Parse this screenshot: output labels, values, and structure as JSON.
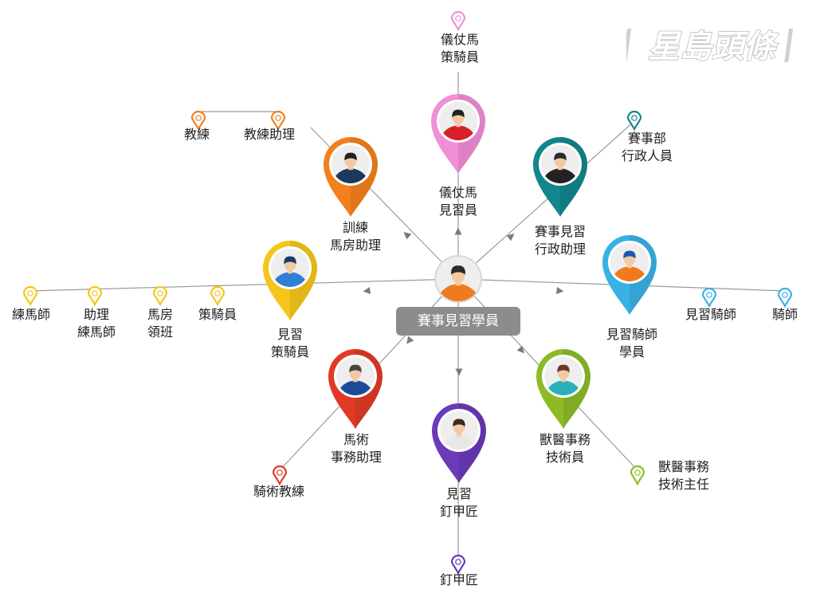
{
  "logo_text": "星島頭條",
  "center": {
    "label": "賽事見習學員",
    "head": "#f6c8a0",
    "hair": "#2b2b2b",
    "body": "#f07a1c",
    "ring": "#d9d9d9"
  },
  "colors": {
    "line": "#9a9a9a"
  },
  "main_nodes": [
    {
      "id": "ceremonial-trainee",
      "lines": [
        "儀仗馬",
        "見習員"
      ],
      "color": "#f08fd6",
      "shirt": "#d6202a",
      "hair": "#222222"
    },
    {
      "id": "admin-assistant",
      "lines": [
        "賽事見習",
        "行政助理"
      ],
      "color": "#12868c",
      "shirt": "#222222",
      "hair": "#2b2b2b"
    },
    {
      "id": "jockey-trainee",
      "lines": [
        "見習騎師",
        "學員"
      ],
      "color": "#3ab1e6",
      "shirt": "#f07a1c",
      "hair": "#1a5aa8"
    },
    {
      "id": "vet-technician",
      "lines": [
        "獸醫事務",
        "技術員"
      ],
      "color": "#8dbb26",
      "shirt": "#2bb0b8",
      "hair": "#6b3a1e"
    },
    {
      "id": "farrier-trainee",
      "lines": [
        "見習",
        "釘甲匠"
      ],
      "color": "#6a3ab8",
      "shirt": "#e8e8e8",
      "hair": "#3a2a1a"
    },
    {
      "id": "equitation-assistant",
      "lines": [
        "馬術",
        "事務助理"
      ],
      "color": "#e03a26",
      "shirt": "#1e4a9a",
      "hair": "#444444"
    },
    {
      "id": "trainee-rider",
      "lines": [
        "見習",
        "策騎員"
      ],
      "color": "#f5c61a",
      "shirt": "#2f7fd6",
      "hair": "#1a3a6a"
    },
    {
      "id": "stable-assistant",
      "lines": [
        "訓練",
        "馬房助理"
      ],
      "color": "#f2801c",
      "shirt": "#1b3a5a",
      "hair": "#222222"
    }
  ],
  "career_nodes": [
    {
      "id": "ceremonial-rider",
      "lines": [
        "儀仗馬",
        "策騎員"
      ],
      "color": "#f08fd6"
    },
    {
      "id": "admin-officer",
      "lines": [
        "賽事部",
        "行政人員"
      ],
      "color": "#12868c"
    },
    {
      "id": "coach-assistant",
      "lines": [
        "教練助理"
      ],
      "color": "#f2801c"
    },
    {
      "id": "coach",
      "lines": [
        "教練"
      ],
      "color": "#f2801c"
    },
    {
      "id": "work-rider",
      "lines": [
        "策騎員"
      ],
      "color": "#f5c61a"
    },
    {
      "id": "stable-supervisor",
      "lines": [
        "馬房",
        "領班"
      ],
      "color": "#f5c61a"
    },
    {
      "id": "assistant-trainer",
      "lines": [
        "助理",
        "練馬師"
      ],
      "color": "#f5c61a"
    },
    {
      "id": "trainer",
      "lines": [
        "練馬師"
      ],
      "color": "#f5c61a"
    },
    {
      "id": "apprentice-jockey",
      "lines": [
        "見習騎師"
      ],
      "color": "#3ab1e6"
    },
    {
      "id": "jockey",
      "lines": [
        "騎師"
      ],
      "color": "#3ab1e6"
    },
    {
      "id": "vet-technical-supervisor",
      "lines": [
        "獸醫事務",
        "技術主任"
      ],
      "color": "#8dbb26"
    },
    {
      "id": "farrier",
      "lines": [
        "釘甲匠"
      ],
      "color": "#6a3ab8"
    },
    {
      "id": "riding-instructor",
      "lines": [
        "騎術教練"
      ],
      "color": "#e03a26"
    }
  ]
}
